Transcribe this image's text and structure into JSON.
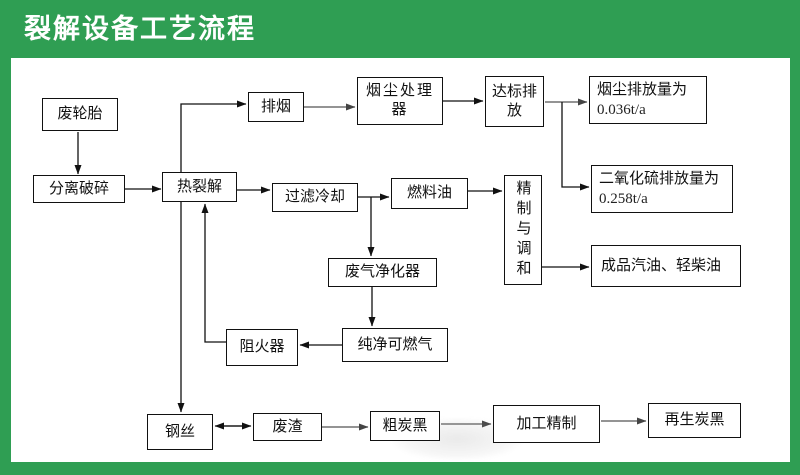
{
  "page": {
    "title": "裂解设备工艺流程"
  },
  "theme": {
    "banner_green": "#2f9e53",
    "panel_white": "#ffffff",
    "line_black": "#111111",
    "line_gray": "#555555"
  },
  "flowchart": {
    "nodes": {
      "waste_tire": {
        "label": "废轮胎"
      },
      "separation": {
        "label": "分离破碎"
      },
      "pyrolysis": {
        "label": "热裂解"
      },
      "smoke_exhaust": {
        "label": "排烟"
      },
      "dust_processor": {
        "label": "烟尘处理器"
      },
      "standard_discharge": {
        "label": "达标排放"
      },
      "dust_emission": {
        "label": "烟尘排放量为",
        "value": "0.036t/a"
      },
      "filter_cooling": {
        "label": "过滤冷却"
      },
      "fuel_oil": {
        "label": "燃料油"
      },
      "refine_blend": {
        "label": "精制与调和"
      },
      "so2_emission": {
        "label": "二氧化硫排放量为",
        "value": "0.258t/a"
      },
      "finished_oil": {
        "label": "成品汽油、轻柴油"
      },
      "gas_purifier": {
        "label": "废气净化器"
      },
      "pure_gas": {
        "label": "纯净可燃气"
      },
      "flame_arrester": {
        "label": "阻火器"
      },
      "steel_wire": {
        "label": "钢丝"
      },
      "waste_residue": {
        "label": "废渣"
      },
      "crude_carbon": {
        "label": "粗炭黑"
      },
      "processing_refine": {
        "label": "加工精制"
      },
      "regen_carbon": {
        "label": "再生炭黑"
      }
    }
  }
}
